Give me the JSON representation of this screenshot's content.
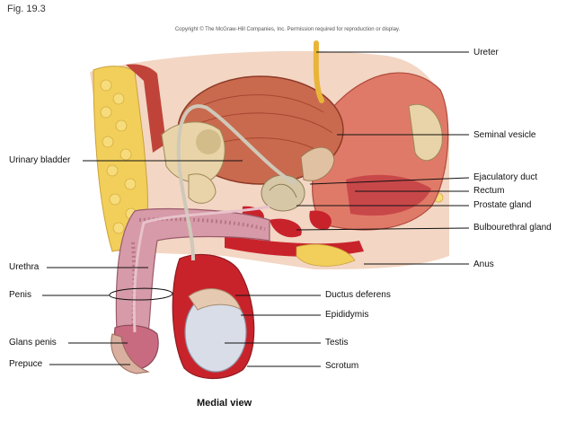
{
  "figure": {
    "number": "Fig. 19.3",
    "copyright": "Copyright © The McGraw-Hill Companies, Inc. Permission required for reproduction or display.",
    "caption": "Medial view"
  },
  "labels": {
    "ureter": "Ureter",
    "seminal_vesicle": "Seminal vesicle",
    "urinary_bladder": "Urinary bladder",
    "ejaculatory_duct": "Ejaculatory duct",
    "rectum": "Rectum",
    "prostate_gland": "Prostate gland",
    "bulbourethral_gland": "Bulbourethral gland",
    "anus": "Anus",
    "urethra": "Urethra",
    "penis": "Penis",
    "ductus_deferens": "Ductus deferens",
    "epididymis": "Epididymis",
    "glans_penis": "Glans penis",
    "testis": "Testis",
    "prepuce": "Prepuce",
    "scrotum": "Scrotum"
  },
  "colors": {
    "muscle": "#c96a4f",
    "muscle_dark": "#a8452f",
    "fat": "#f2cf5a",
    "bone": "#e8d4a8",
    "penis_tissue": "#d69aa8",
    "testis": "#d8dde8",
    "red_tissue": "#c8232b",
    "ureter": "#e8b53a",
    "duct": "#cfc9b9",
    "leader": "#111111"
  }
}
